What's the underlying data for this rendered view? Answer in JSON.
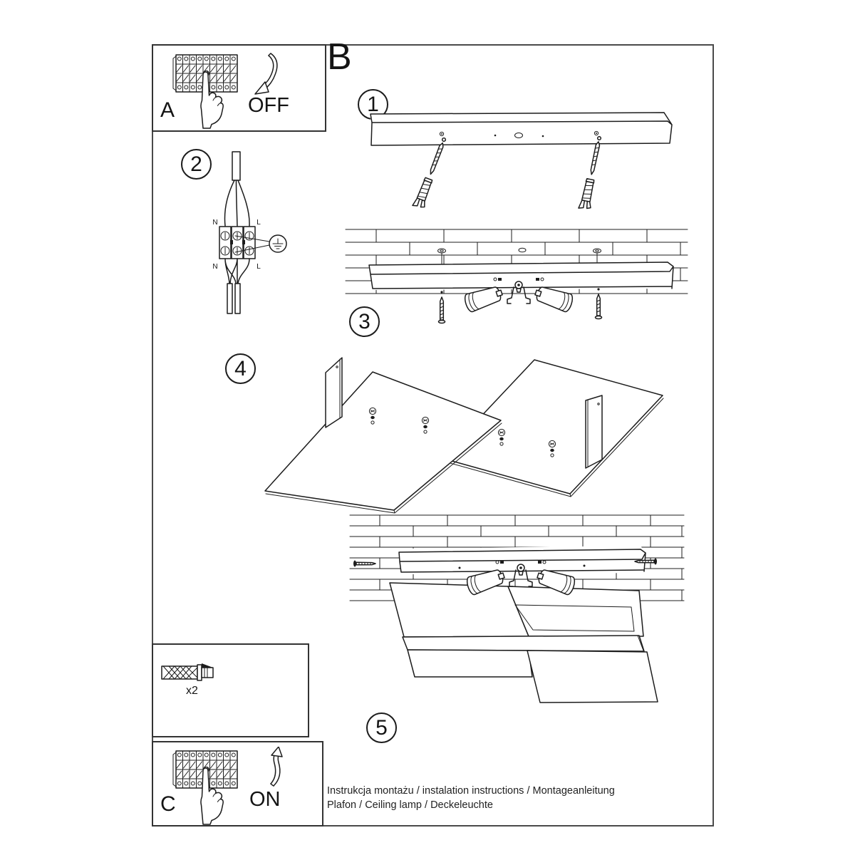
{
  "sections": {
    "a": "A",
    "b": "B",
    "c": "C"
  },
  "steps": {
    "s1": "1",
    "s2": "2",
    "s3": "3",
    "s4": "4",
    "s5": "5"
  },
  "power": {
    "off_label": "OFF",
    "on_label": "ON"
  },
  "wiring_labels": {
    "n_top": "N",
    "l_top": "L",
    "n_bottom": "N",
    "l_bottom": "L"
  },
  "hardware": {
    "anchor_qty_label": "x2"
  },
  "footer": {
    "line1": "Instrukcja montażu / instalation instructions / Montageanleitung",
    "line2": "Plafon / Ceiling lamp / Deckeleuchte"
  },
  "colors": {
    "ink": "#1c1c1c",
    "frame": "#4a4a4a",
    "paper": "#ffffff"
  },
  "icon_names": [
    "circuit-breaker-panel",
    "pressing-hand",
    "curved-arrow-down",
    "curved-arrow-up",
    "mounting-bar",
    "wall-anchor",
    "screw",
    "terminal-block",
    "earth-ground-symbol",
    "brick-wall",
    "drill",
    "lamp-panel",
    "cable-gland-assembly"
  ]
}
